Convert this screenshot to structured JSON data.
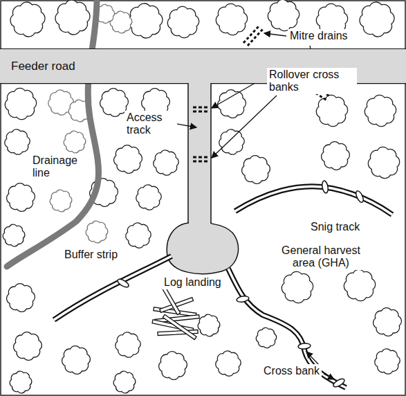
{
  "diagram": {
    "nodes": [
      {
        "text": [
          "Feeder road"
        ]
      }
    ],
    "labels": [
      "Mitre drains",
      "Access track",
      "Rollover cross banks",
      "Drainage line",
      "Snig track",
      "General harvest area (GHA)",
      "Buffer strip",
      "Log landing",
      "Cross bank"
    ]
  }
}
